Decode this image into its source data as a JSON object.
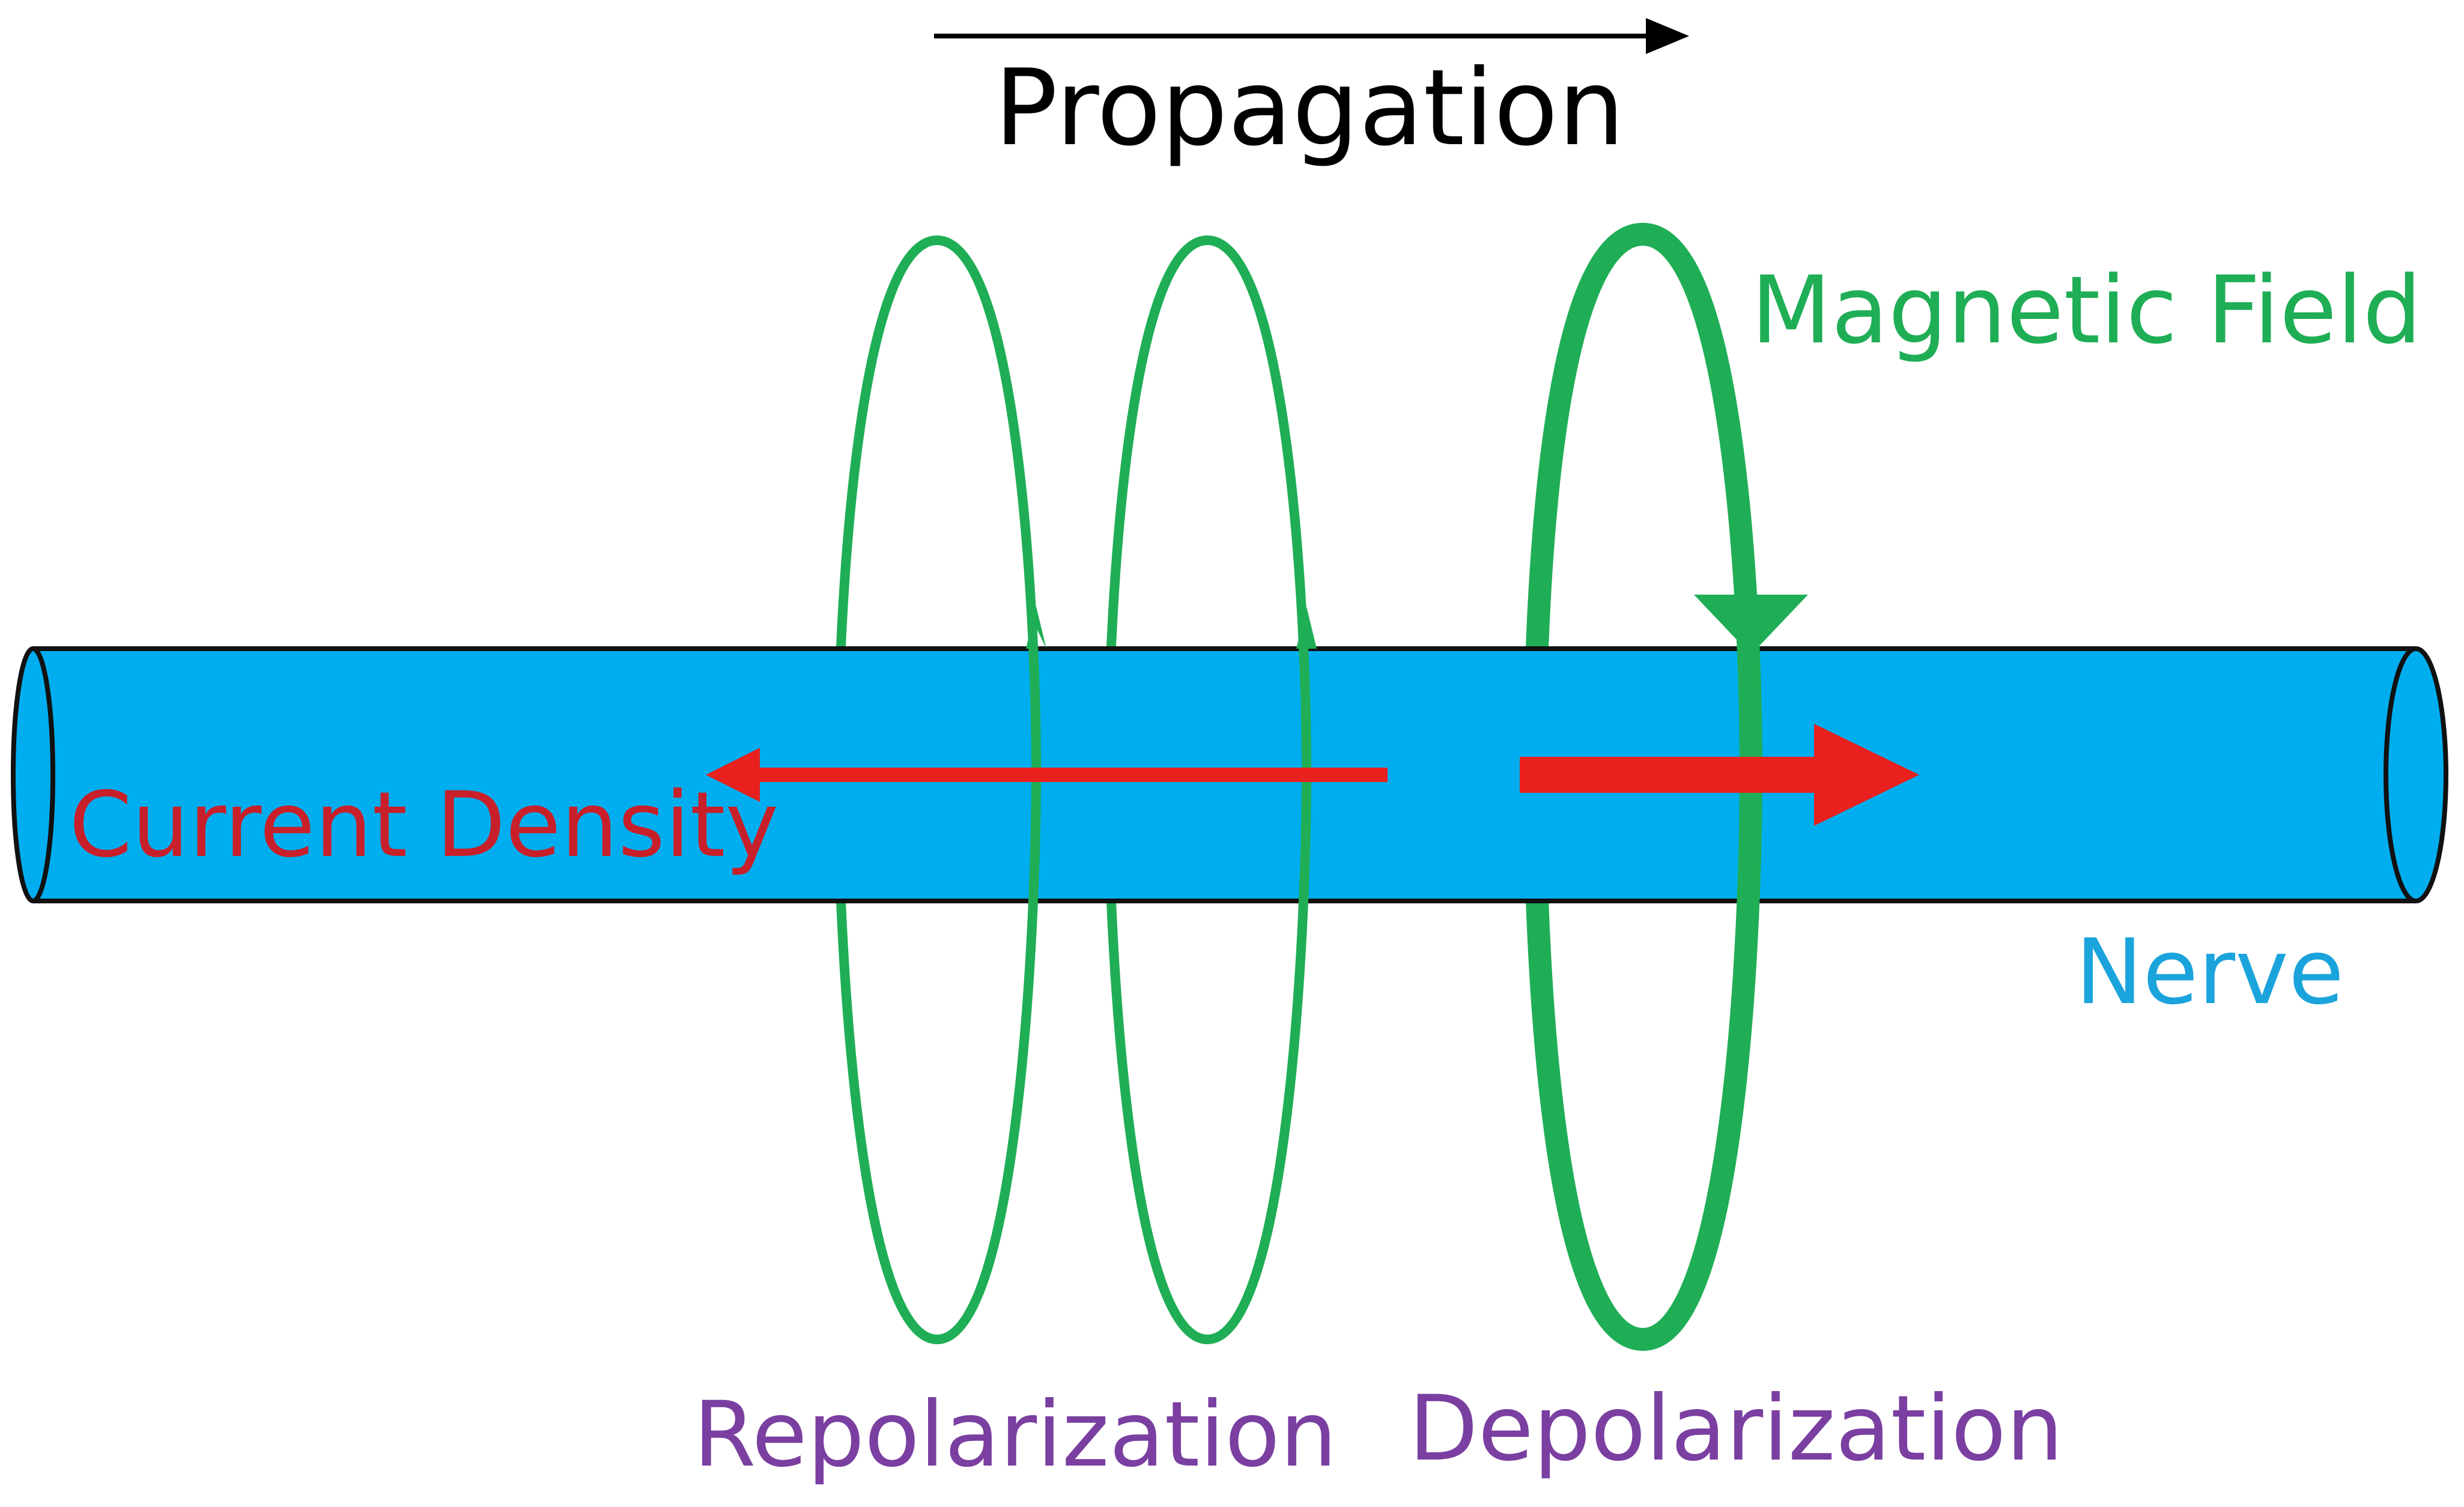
{
  "labels": {
    "propagation": "Propagation",
    "magnetic_field": "Magnetic Field",
    "current_density": "Current Density",
    "nerve": "Nerve",
    "repolarization": "Repolarization",
    "depolarization": "Depolarization"
  },
  "colors": {
    "nerve_fill": "#00AEEF",
    "nerve_label": "#1BA3DC",
    "field": "#1FAE55",
    "current": "#E8201E",
    "current_label": "#C8202B",
    "phase_label": "#7A3FA0",
    "propagation": "#000000",
    "outline": "#111111"
  }
}
